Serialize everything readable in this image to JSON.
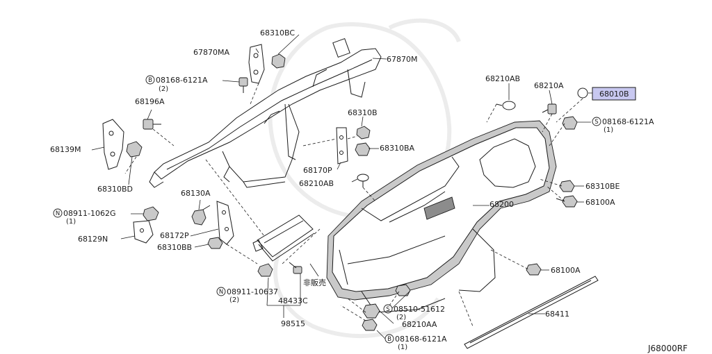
{
  "labels": {
    "p68310BC": "68310BC",
    "p67870MA": "67870MA",
    "p67870M": "67870M",
    "b_top_text": "08168-6121A",
    "b_top_qty": "(2)",
    "p68196A": "68196A",
    "p68139M": "68139M",
    "p68310BD": "68310BD",
    "p68310B": "68310B",
    "p68310BA": "68310BA",
    "p68170P": "68170P",
    "p68210AB_mid": "68210AB",
    "p68130A": "68130A",
    "n1_text": "08911-1062G",
    "n1_qty": "(1)",
    "p68172P": "68172P",
    "p68129N": "68129N",
    "p68310BB": "68310BB",
    "n2_text": "08911-10637",
    "n2_qty": "(2)",
    "p48433C": "48433C",
    "not_for_sale": "非販売",
    "p98515": "98515",
    "p68210AB_top": "68210AB",
    "p68210A": "68210A",
    "p68010B": "68010B",
    "s_right_text": "08168-6121A",
    "s_right_qty": "(1)",
    "p68310BE": "68310BE",
    "p68100A_top": "68100A",
    "p68200": "68200",
    "p68100A_bot": "68100A",
    "s_bot_text": "08510-51612",
    "s_bot_qty": "(2)",
    "p68210AA": "68210AA",
    "p68411": "68411",
    "b_bot_text": "08168-6121A",
    "b_bot_qty": "(1)",
    "diagram_ref": "J68000RF"
  },
  "symbols": {
    "bolt": "B",
    "screw": "S",
    "nut": "N"
  },
  "highlight_color": "#c8c8f0"
}
